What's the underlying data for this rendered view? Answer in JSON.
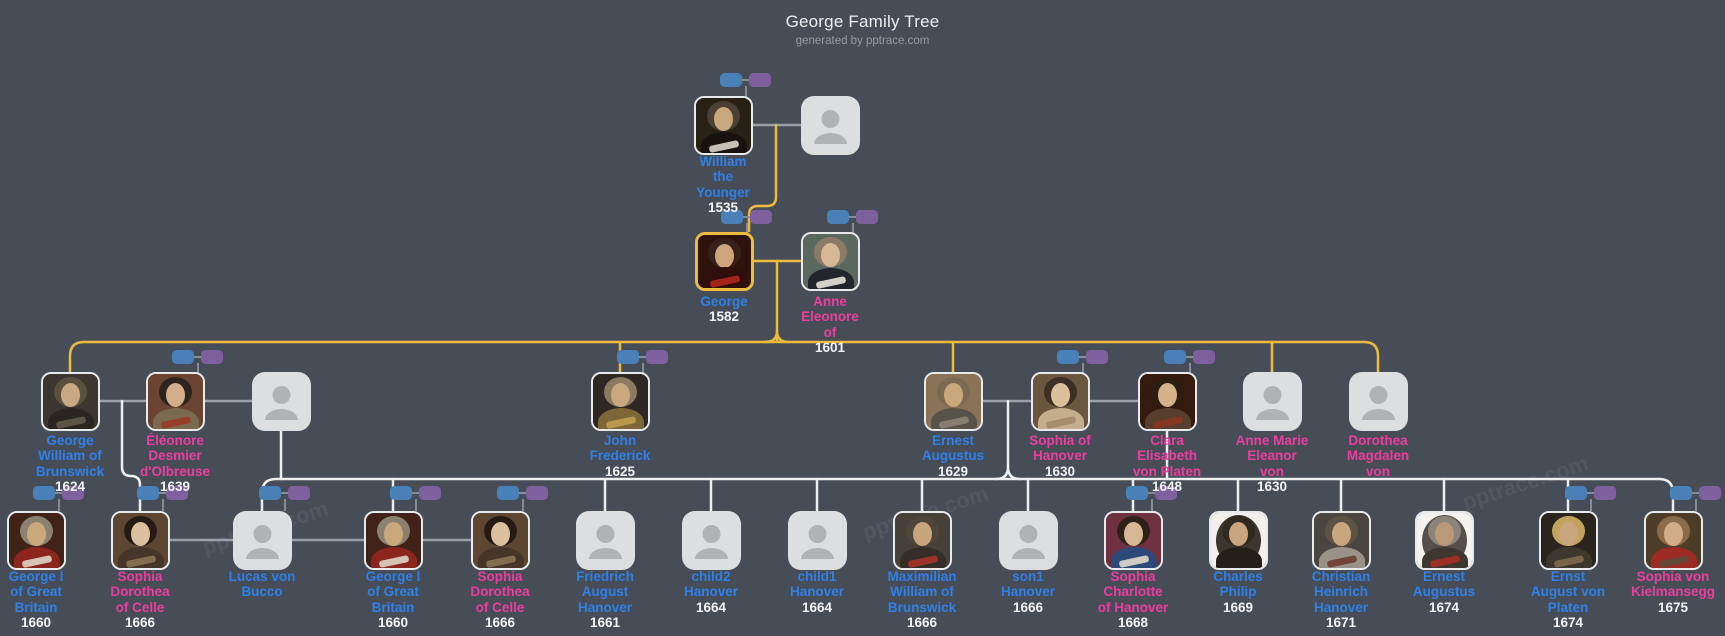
{
  "header": {
    "title": "George Family Tree",
    "subtitle": "generated by pptrace.com"
  },
  "watermark": "pptrace.com",
  "colors": {
    "background": "#474d57",
    "male_name": "#2f80e8",
    "female_name": "#ec3e9e",
    "year_text": "#f2f3f5",
    "gold_line": "#ecbb3d",
    "gray_line": "#99a0a8",
    "light_line": "#eceef0",
    "pill_blue": "#4a80b8",
    "pill_purple": "#7e609f",
    "placeholder_bg": "#dcdedf",
    "placeholder_icon": "#b0b2b4",
    "selected_border": "#eebc3e"
  },
  "nodes": [
    {
      "name": "William the Younger",
      "lines": "William\nthe\nYounger",
      "year": "1535",
      "sex": "m",
      "palette": {
        "bg": "#262015",
        "hair": "#4a4034",
        "face": "#c9a87e",
        "dress": "#17120d",
        "accent": "#d8d4c8"
      }
    },
    {
      "name": "",
      "lines": "",
      "year": "",
      "sex": ""
    },
    {
      "name": "George",
      "lines": "George",
      "year": "1582",
      "sex": "m",
      "palette": {
        "bg": "#2e130d",
        "hair": "#38201a",
        "face": "#cfa67c",
        "dress": "#300e0b",
        "accent": "#b2261c"
      }
    },
    {
      "name": "Anne Eleonore of",
      "lines": "Anne\nEleonore\nof",
      "year": "1601",
      "sex": "f",
      "palette": {
        "bg": "#5b685f",
        "hair": "#8a7a66",
        "face": "#d6b894",
        "dress": "#23252c",
        "accent": "#e7e4da"
      }
    },
    {
      "name": "George William of Brunswick",
      "lines": "George\nWilliam of\nBrunswick",
      "year": "1624",
      "sex": "m",
      "palette": {
        "bg": "#3b3630",
        "hair": "#59503e",
        "face": "#c9a884",
        "dress": "#292520",
        "accent": "#615a4b"
      }
    },
    {
      "name": "Éléonore Desmier d'Olbreuse",
      "lines": "Éléonore\nDesmier\nd'Olbreuse",
      "year": "1639",
      "sex": "f",
      "palette": {
        "bg": "#6a4430",
        "hair": "#2e241d",
        "face": "#d2ae8a",
        "dress": "#7b6950",
        "accent": "#993a24"
      }
    },
    {
      "name": "",
      "lines": "",
      "year": "",
      "sex": ""
    },
    {
      "name": "John Frederick",
      "lines": "John\nFrederick",
      "year": "1625",
      "sex": "m",
      "palette": {
        "bg": "#2d2922",
        "hair": "#8a7a60",
        "face": "#c9a87e",
        "dress": "#7d6637",
        "accent": "#c0a050"
      }
    },
    {
      "name": "Ernest Augustus",
      "lines": "Ernest\nAugustus",
      "year": "1629",
      "sex": "m",
      "palette": {
        "bg": "#8a7357",
        "hair": "#7b6951",
        "face": "#c9a87c",
        "dress": "#57534b",
        "accent": "#8d8376"
      }
    },
    {
      "name": "Sophia of Hanover",
      "lines": "Sophia of\nHanover",
      "year": "1630",
      "sex": "f",
      "palette": {
        "bg": "#6b5740",
        "hair": "#3c2f23",
        "face": "#dcc09c",
        "dress": "#c5ae8d",
        "accent": "#a18a69"
      }
    },
    {
      "name": "Clara Elisabeth von Platen",
      "lines": "Clara\nElisabeth\nvon Platen",
      "year": "1648",
      "sex": "f",
      "palette": {
        "bg": "#351a10",
        "hair": "#2c1d13",
        "face": "#d6b28c",
        "dress": "#573f2d",
        "accent": "#8d3520"
      }
    },
    {
      "name": "Anne Marie Eleanor von",
      "lines": "Anne Marie\nEleanor\nvon",
      "year": "1630",
      "sex": "f"
    },
    {
      "name": "Dorothea Magdalen von",
      "lines": "Dorothea\nMagdalen\nvon",
      "year": "",
      "sex": "f"
    },
    {
      "name": "George I of Great Britain",
      "lines": "George I\nof Great\nBritain",
      "year": "1660",
      "sex": "m",
      "palette": {
        "bg": "#402219",
        "hair": "#8b8171",
        "face": "#c9a87c",
        "dress": "#8d251f",
        "accent": "#ddd5c7"
      }
    },
    {
      "name": "Sophia Dorothea of Celle",
      "lines": "Sophia\nDorothea\nof Celle",
      "year": "1666",
      "sex": "f",
      "palette": {
        "bg": "#5d4732",
        "hair": "#251b13",
        "face": "#dcc0a0",
        "dress": "#473529",
        "accent": "#8b7255"
      }
    },
    {
      "name": "Lucas von Bucco",
      "lines": "Lucas von\nBucco",
      "year": "",
      "sex": "m"
    },
    {
      "name": "George I of Great Britain",
      "lines": "George I\nof Great\nBritain",
      "year": "1660",
      "sex": "m",
      "palette": {
        "bg": "#402219",
        "hair": "#8b8171",
        "face": "#c9a87c",
        "dress": "#8d251f",
        "accent": "#ddd5c7"
      }
    },
    {
      "name": "Sophia Dorothea of Celle",
      "lines": "Sophia\nDorothea\nof Celle",
      "year": "1666",
      "sex": "f",
      "palette": {
        "bg": "#5d4732",
        "hair": "#251b13",
        "face": "#dcc0a0",
        "dress": "#473529",
        "accent": "#8b7255"
      }
    },
    {
      "name": "Friedrich August Hanover",
      "lines": "Friedrich\nAugust\nHanover",
      "year": "1661",
      "sex": "m"
    },
    {
      "name": "child2 Hanover",
      "lines": "child2\nHanover",
      "year": "1664",
      "sex": "m"
    },
    {
      "name": "child1 Hanover",
      "lines": "child1\nHanover",
      "year": "1664",
      "sex": "m"
    },
    {
      "name": "Maximilian William of Brunswick",
      "lines": "Maximilian\nWilliam of\nBrunswick",
      "year": "1666",
      "sex": "m",
      "palette": {
        "bg": "#474039",
        "hair": "#4f453a",
        "face": "#c9a57e",
        "dress": "#342e27",
        "accent": "#a9332b"
      }
    },
    {
      "name": "son1 Hanover",
      "lines": "son1\nHanover",
      "year": "1666",
      "sex": "m"
    },
    {
      "name": "Sophia Charlotte of Hanover",
      "lines": "Sophia\nCharlotte\nof Hanover",
      "year": "1668",
      "sex": "f",
      "palette": {
        "bg": "#6f3140",
        "hair": "#2d2119",
        "face": "#d8b794",
        "dress": "#2d4979",
        "accent": "#e3dac9"
      }
    },
    {
      "name": "Charles Philip",
      "lines": "Charles\nPhilip",
      "year": "1669",
      "sex": "m",
      "palette": {
        "frame": "#f2f0ec",
        "bg": "#3b372e",
        "hair": "#31291f",
        "face": "#c9a67e",
        "dress": "#251f1a",
        "accent": "#3b372e"
      }
    },
    {
      "name": "Christian Heinrich Hanover",
      "lines": "Christian\nHeinrich\nHanover",
      "year": "1671",
      "sex": "m",
      "palette": {
        "bg": "#4b4540",
        "hair": "#5d5345",
        "face": "#c9a67e",
        "dress": "#9b9287",
        "accent": "#6d3d31"
      }
    },
    {
      "name": "Ernest Augustus",
      "lines": "Ernest\nAugustus",
      "year": "1674",
      "sex": "m",
      "palette": {
        "frame": "#f4f2ee",
        "bg": "#57504a",
        "hair": "#8b847b",
        "face": "#bb9878",
        "dress": "#3d372f",
        "accent": "#a72f27"
      }
    },
    {
      "name": "Ernst August von Platen",
      "lines": "Ernst\nAugust von\nPlaten",
      "year": "1674",
      "sex": "m",
      "palette": {
        "bg": "#2b241d",
        "hair": "#c2a35d",
        "face": "#c9a67e",
        "dress": "#3d372d",
        "accent": "#7d6b4b"
      }
    },
    {
      "name": "Sophia von Kielmansegg",
      "lines": "Sophia von\nKielmansegg",
      "year": "1675",
      "sex": "f",
      "palette": {
        "bg": "#4d3c28",
        "hair": "#8b6b49",
        "face": "#d2ad88",
        "dress": "#9d2b23",
        "accent": "#5d4d37"
      }
    }
  ]
}
